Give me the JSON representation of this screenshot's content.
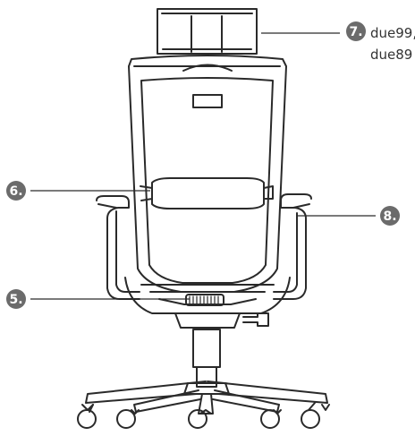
{
  "callouts": {
    "headrest": {
      "number": "7.",
      "text_line1": "due99,",
      "text_line2": "due89"
    },
    "backrest": {
      "number": "6."
    },
    "armrest": {
      "number": "8."
    },
    "seat_mechanism": {
      "number": "5."
    }
  },
  "colors": {
    "badge": "#6b6b6b",
    "line": "#2a2a2a",
    "text": "#333333"
  }
}
